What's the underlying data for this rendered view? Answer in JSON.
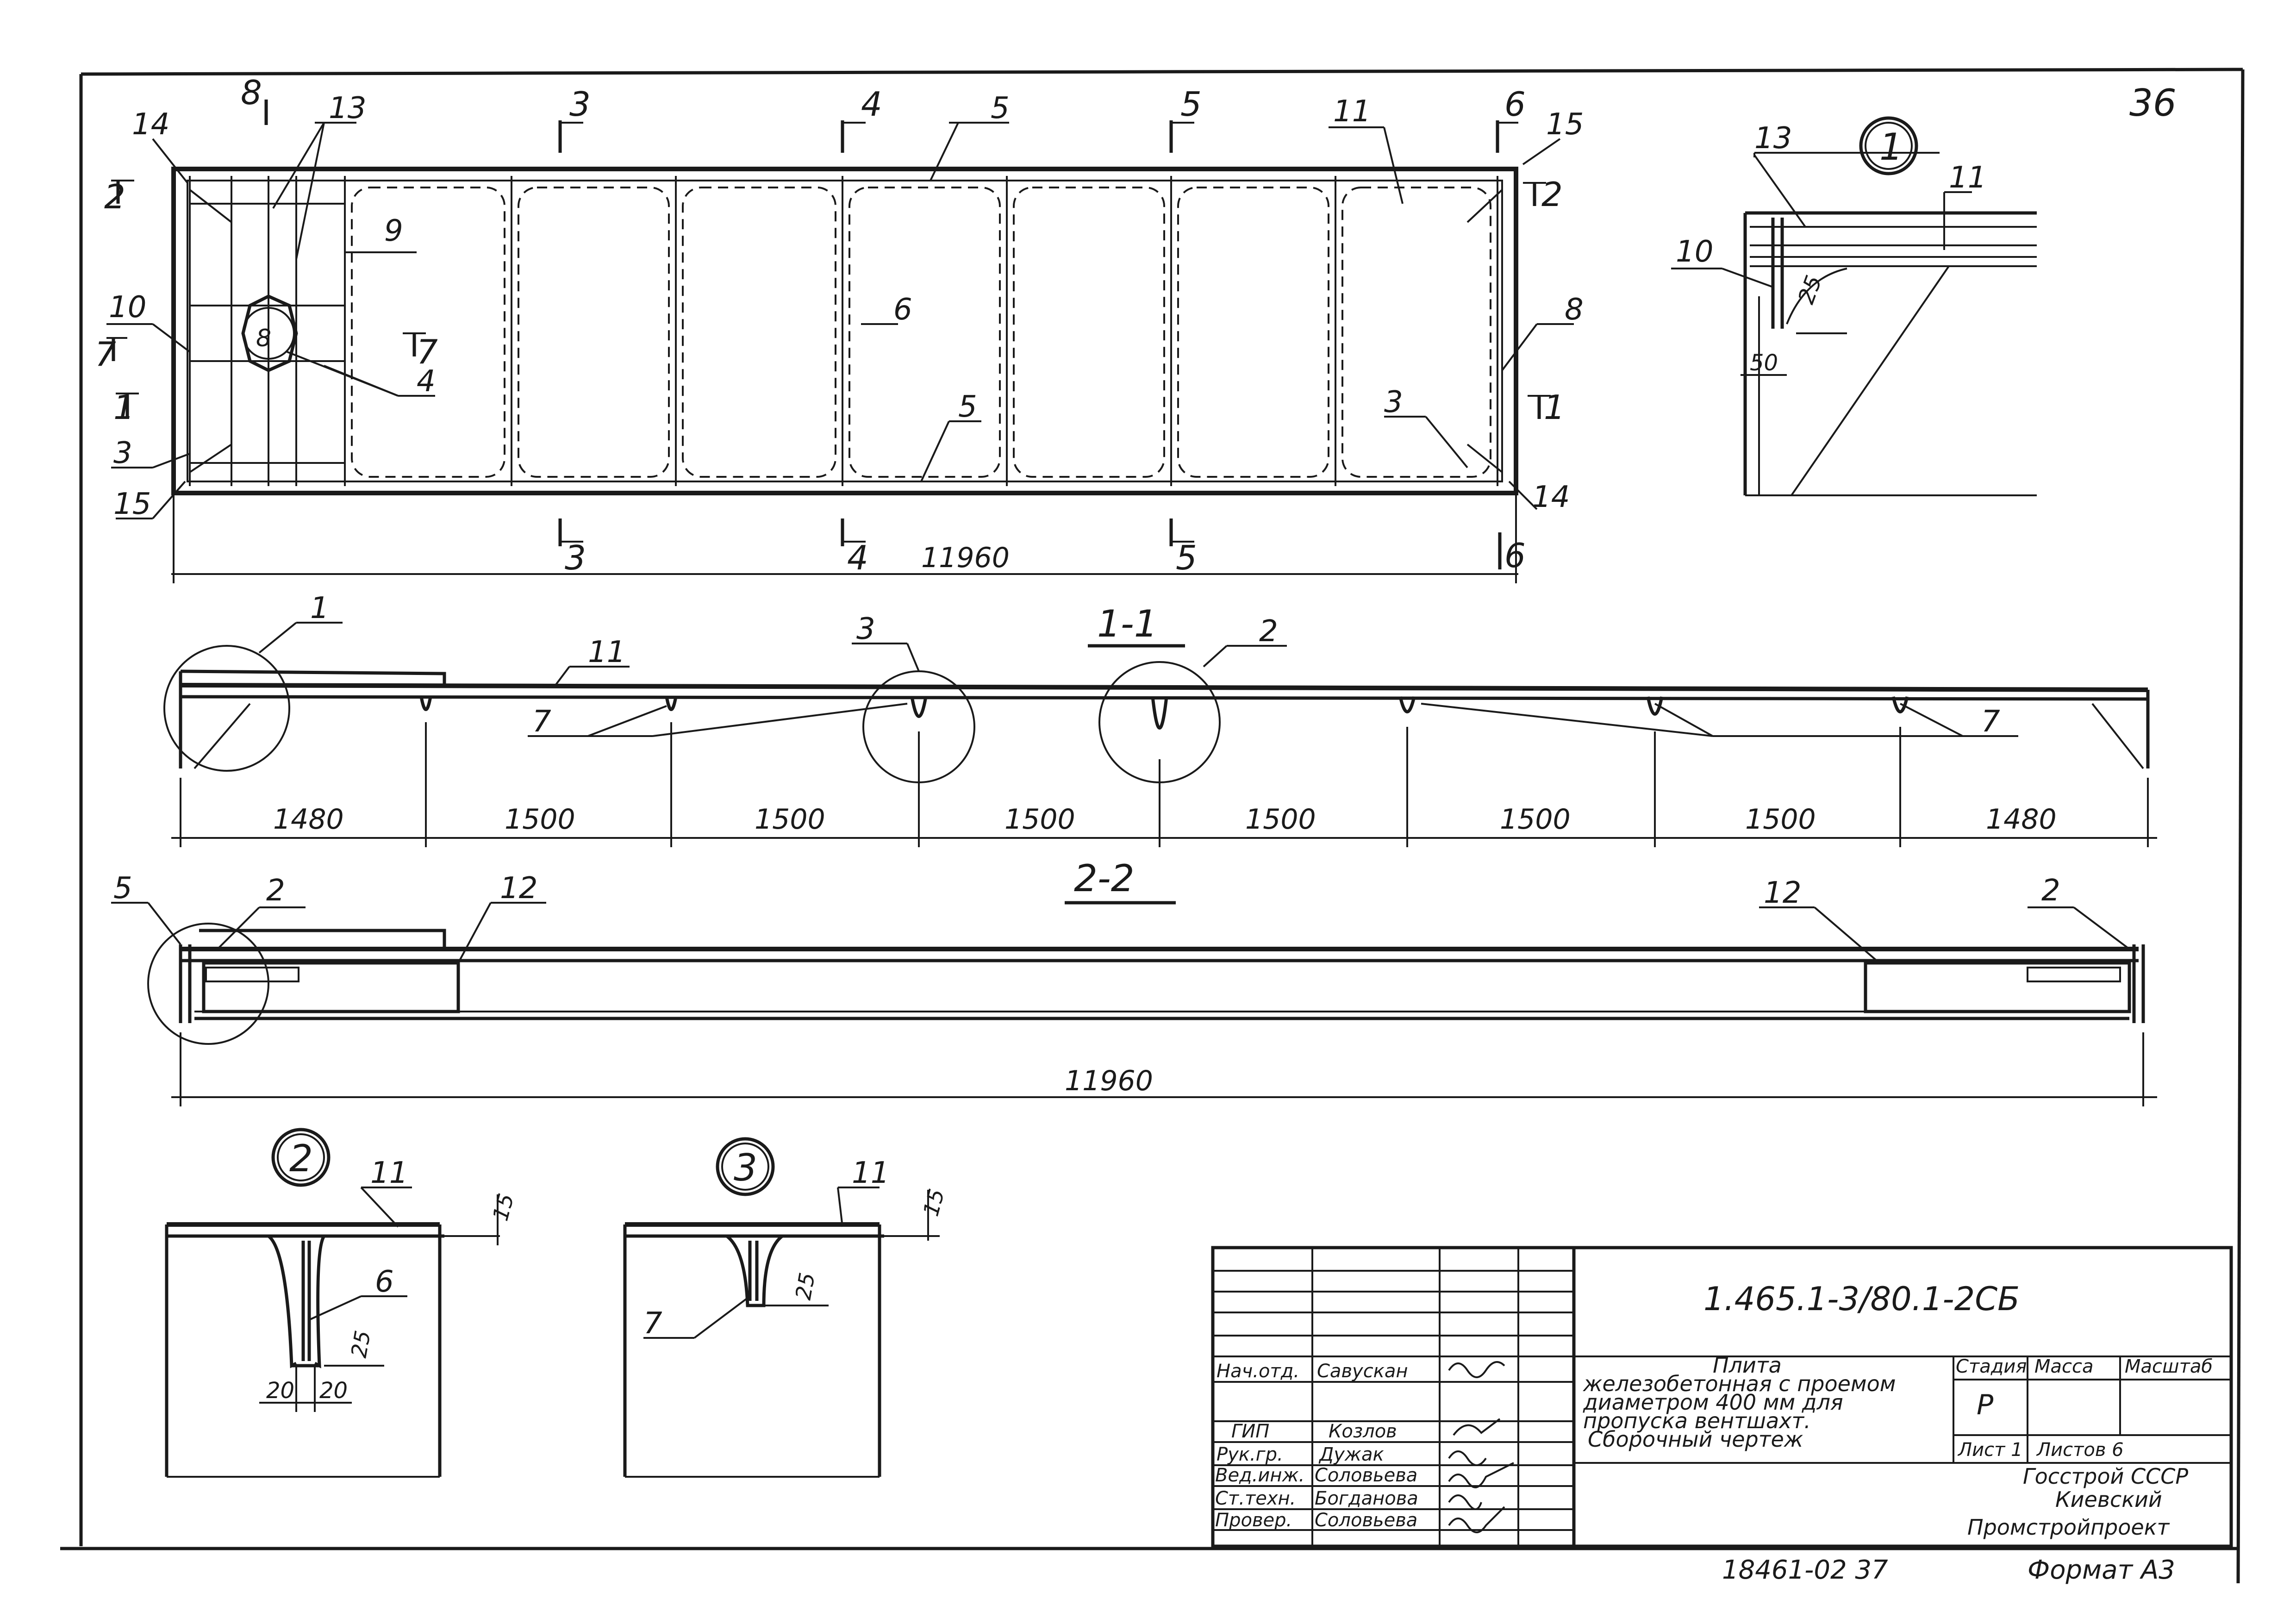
{
  "sheet_number": "36",
  "plan": {
    "overall_length": "11960",
    "section_cuts": {
      "cut3": "3",
      "cut4": "4",
      "cut5": "5",
      "cut6": "6",
      "cut8": "8",
      "cut2": "2",
      "cut7": "7",
      "cut1": "1"
    },
    "positions": {
      "p14": "14",
      "p13": "13",
      "p3": "3",
      "p5": "5",
      "p11": "11",
      "p15": "15",
      "p9": "9",
      "p10": "10",
      "p6": "6",
      "p8": "8",
      "p4": "4"
    },
    "opening_mark": "8"
  },
  "node1": {
    "title": "1",
    "pos13": "13",
    "pos11": "11",
    "pos10": "10",
    "dim25": "25",
    "dim50": "50"
  },
  "section_1_1": {
    "title": "1-1",
    "callout1": "1",
    "callout2": "2",
    "callout3": "3",
    "pos11": "11",
    "pos7": "7",
    "spans": [
      "1480",
      "1500",
      "1500",
      "1500",
      "1500",
      "1500",
      "1500",
      "1480"
    ]
  },
  "section_2_2": {
    "title": "2-2",
    "pos5": "5",
    "pos2": "2",
    "pos12": "12",
    "overall_length": "11960"
  },
  "node2": {
    "title": "2",
    "pos11": "11",
    "pos6": "6",
    "dim15": "15",
    "dim25": "25",
    "dim20a": "20",
    "dim20b": "20"
  },
  "node3": {
    "title": "3",
    "pos11": "11",
    "pos7": "7",
    "dim15": "15",
    "dim25": "25"
  },
  "title_block": {
    "code": "1.465.1-3/80.1-2СБ",
    "description_lines": [
      "Плита",
      "железобетонная с проемом",
      "диаметром 400 мм для",
      "пропуска вентшахт.",
      "Сборочный чертеж"
    ],
    "stage_header": "Стадия",
    "mass_header": "Масса",
    "scale_header": "Масштаб",
    "stage_value": "Р",
    "sheet_label": "Лист 1",
    "sheets_label": "Листов 6",
    "org_lines": [
      "Госстрой СССР",
      "Киевский",
      "Промстройпроект"
    ],
    "roles": [
      {
        "role": "Нач.отд.",
        "name": "Савускан"
      },
      {
        "role": "ГИП",
        "name": "Козлов"
      },
      {
        "role": "Рук.гр.",
        "name": "Дужак"
      },
      {
        "role": "Вед.инж.",
        "name": "Соловьева"
      },
      {
        "role": "Ст.техн.",
        "name": "Богданова"
      },
      {
        "role": "Провер.",
        "name": "Соловьева"
      }
    ],
    "bottom_note": "18461-02   37",
    "format_label": "Формат А3"
  }
}
